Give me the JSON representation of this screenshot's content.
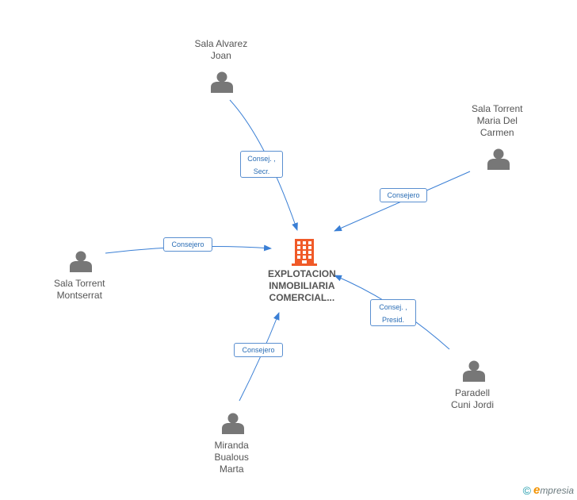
{
  "company": {
    "lines": [
      "EXPLOTACION",
      "INMOBILIARIA",
      "COMERCIAL..."
    ],
    "icon": "building-icon",
    "color": "#f05a28"
  },
  "people": [
    {
      "id": "alvarez",
      "lines": [
        "Sala Alvarez",
        "Joan"
      ],
      "icon": "person-icon"
    },
    {
      "id": "maria",
      "lines": [
        "Sala Torrent",
        "Maria Del",
        "Carmen"
      ],
      "icon": "person-icon"
    },
    {
      "id": "montserrat",
      "lines": [
        "Sala Torrent",
        "Montserrat"
      ],
      "icon": "person-icon"
    },
    {
      "id": "paradell",
      "lines": [
        "Paradell",
        "Cuni Jordi"
      ],
      "icon": "person-icon"
    },
    {
      "id": "miranda",
      "lines": [
        "Miranda",
        "Bualous",
        "Marta"
      ],
      "icon": "person-icon"
    }
  ],
  "relations": [
    {
      "from": "alvarez",
      "lines": [
        "Consej. ,",
        "Secr."
      ]
    },
    {
      "from": "maria",
      "lines": [
        "Consejero"
      ]
    },
    {
      "from": "montserrat",
      "lines": [
        "Consejero"
      ]
    },
    {
      "from": "paradell",
      "lines": [
        "Consej. ,",
        "Presid."
      ]
    },
    {
      "from": "miranda",
      "lines": [
        "Consejero"
      ]
    }
  ],
  "colors": {
    "edge": "#3a7fd5",
    "person": "#777777",
    "label_text": "#2a6db5"
  },
  "footer": {
    "copyright": "©",
    "brand_initial": "e",
    "brand_rest": "mpresia"
  }
}
